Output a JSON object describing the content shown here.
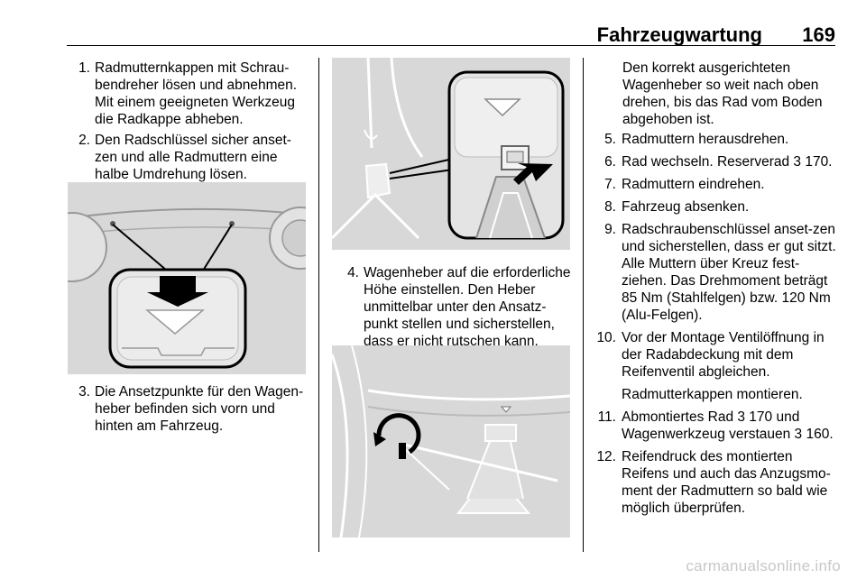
{
  "header": {
    "title": "Fahrzeugwartung",
    "page_number": "169"
  },
  "col1_steps": [
    {
      "num": "1.",
      "text": "Radmutternkappen mit Schrau-bendreher lösen und abnehmen. Mit einem geeigneten Werkzeug die Radkappe abheben."
    },
    {
      "num": "2.",
      "text": "Den Radschlüssel sicher anset-zen und alle Radmuttern eine halbe Umdrehung lösen."
    }
  ],
  "col1_steps_b": [
    {
      "num": "3.",
      "text": "Die Ansetzpunkte für den Wagen-heber befinden sich vorn und hinten am Fahrzeug."
    }
  ],
  "col2_steps": [
    {
      "num": "4.",
      "text": "Wagenheber auf die erforderliche Höhe einstellen. Den Heber unmittelbar unter den Ansatz-punkt stellen und sicherstellen, dass er nicht rutschen kann."
    }
  ],
  "col3_intro": "Den korrekt ausgerichteten Wagenheber so weit nach oben drehen, bis das Rad vom Boden abgehoben ist.",
  "col3_steps": [
    {
      "num": "5.",
      "text": "Radmuttern herausdrehen."
    },
    {
      "num": "6.",
      "text": "Rad wechseln. Reserverad 3 170."
    },
    {
      "num": "7.",
      "text": "Radmuttern eindrehen."
    },
    {
      "num": "8.",
      "text": "Fahrzeug absenken."
    },
    {
      "num": "9.",
      "text": "Radschraubenschlüssel anset-zen und sicherstellen, dass er gut sitzt. Alle Muttern über Kreuz fest-ziehen. Das Drehmoment beträgt 85 Nm (Stahlfelgen) bzw. 120 Nm (Alu-Felgen)."
    },
    {
      "num": "10.",
      "text": "Vor der Montage Ventilöffnung in der Radabdeckung mit dem Reifenventil abgleichen.",
      "text2": "Radmutterkappen montieren."
    },
    {
      "num": "11.",
      "text": "Abmontiertes Rad 3 170 und Wagenwerkzeug verstauen 3 160."
    },
    {
      "num": "12.",
      "text": "Reifendruck des montierten Reifens und auch das Anzugsmo-ment der Radmuttern so bald wie möglich überprüfen."
    }
  ],
  "footer": {
    "watermark": "carmanualsonline.info"
  }
}
